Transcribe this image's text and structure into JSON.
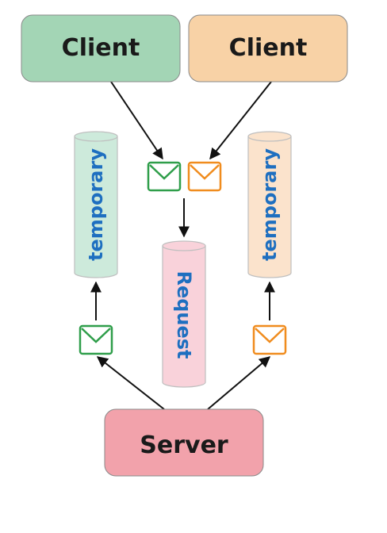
{
  "nodes": {
    "client_left": {
      "label": "Client",
      "color": "#a3d5b5"
    },
    "client_right": {
      "label": "Client",
      "color": "#f8d2a6"
    },
    "server": {
      "label": "Server",
      "color": "#f2a2ab"
    }
  },
  "queues": {
    "temporary_left": {
      "label": "temporary",
      "fill": "#cdeadb",
      "text_color": "#1e6fc0"
    },
    "temporary_right": {
      "label": "temporary",
      "fill": "#fbe3cc",
      "text_color": "#1e6fc0"
    },
    "request": {
      "label": "Request",
      "fill": "#f9d2da",
      "text_color": "#1e6fc0"
    }
  },
  "message_icons": {
    "green": "#2f9e4a",
    "orange": "#f08c1e"
  }
}
